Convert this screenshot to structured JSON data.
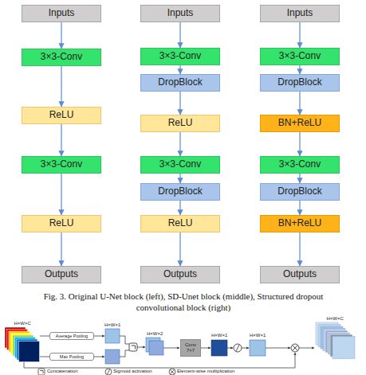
{
  "diagram": {
    "caption": "Fig. 3. Original U-Net block (left), SD-Unet block (middle), Structured dropout convolutional block (right)",
    "nodes": [
      {
        "text": [
          "Inputs"
        ]
      },
      {
        "text": [
          "3×3-Conv"
        ]
      },
      {
        "text": [
          "ReLU"
        ]
      },
      {
        "text": [
          "3×3-Conv"
        ]
      },
      {
        "text": [
          "ReLU"
        ]
      },
      {
        "text": [
          "Outputs"
        ]
      },
      {
        "text": [
          "Inputs"
        ]
      },
      {
        "text": [
          "3×3-Conv"
        ]
      },
      {
        "text": [
          "DropBlock"
        ]
      },
      {
        "text": [
          "ReLU"
        ]
      },
      {
        "text": [
          "3×3-Conv"
        ]
      },
      {
        "text": [
          "DropBlock"
        ]
      },
      {
        "text": [
          "ReLU"
        ]
      },
      {
        "text": [
          "Outputs"
        ]
      },
      {
        "text": [
          "Inputs"
        ]
      },
      {
        "text": [
          "3×3-Conv"
        ]
      },
      {
        "text": [
          "DropBlock"
        ]
      },
      {
        "text": [
          "BN+ReLU"
        ]
      },
      {
        "text": [
          "3×3-Conv"
        ]
      },
      {
        "text": [
          "DropBlock"
        ]
      },
      {
        "text": [
          "BN+ReLU"
        ]
      },
      {
        "text": [
          "Outputs"
        ]
      },
      {
        "text": [
          "Average Pooling"
        ]
      },
      {
        "text": [
          "Max Pooling"
        ]
      },
      {
        "text": [
          "Conv 7×7"
        ]
      }
    ],
    "edges": [
      {
        "from": 0,
        "to": 1,
        "arrow": "to"
      },
      {
        "from": 1,
        "to": 2,
        "arrow": "to"
      },
      {
        "from": 2,
        "to": 3,
        "arrow": "to"
      },
      {
        "from": 3,
        "to": 4,
        "arrow": "to"
      },
      {
        "from": 4,
        "to": 5,
        "arrow": "to"
      },
      {
        "from": 6,
        "to": 7,
        "arrow": "to"
      },
      {
        "from": 7,
        "to": 8,
        "arrow": "to"
      },
      {
        "from": 8,
        "to": 9,
        "arrow": "to"
      },
      {
        "from": 9,
        "to": 10,
        "arrow": "to"
      },
      {
        "from": 10,
        "to": 11,
        "arrow": "to"
      },
      {
        "from": 11,
        "to": 12,
        "arrow": "to"
      },
      {
        "from": 12,
        "to": 13,
        "arrow": "to"
      },
      {
        "from": 14,
        "to": 15,
        "arrow": "to"
      },
      {
        "from": 15,
        "to": 16,
        "arrow": "to"
      },
      {
        "from": 16,
        "to": 17,
        "arrow": "to"
      },
      {
        "from": 17,
        "to": 18,
        "arrow": "to"
      },
      {
        "from": 18,
        "to": 19,
        "arrow": "to"
      },
      {
        "from": 19,
        "to": 20,
        "arrow": "to"
      },
      {
        "from": 20,
        "to": 21,
        "arrow": "to"
      }
    ],
    "labels": [
      "H×W×C",
      "H×W×1",
      "H×W×2",
      "H×W×1",
      "H×W×1",
      "H×W×C"
    ],
    "legend": [
      {
        "text": "Concatenation"
      },
      {
        "text": "Sigmoid activation"
      },
      {
        "text": "Element-wise multiplication"
      }
    ]
  }
}
